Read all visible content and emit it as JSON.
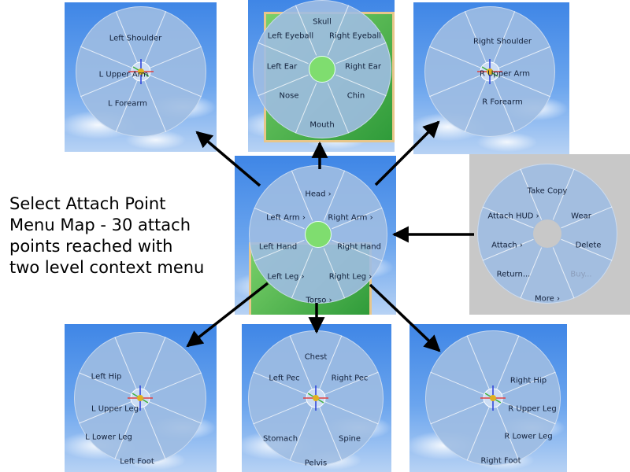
{
  "title": "Select Attach Point\nMenu Map - 30 attach\npoints reached with\ntwo level context menu",
  "menus": {
    "left_arm": [
      "Left Shoulder",
      "L Upper Arm",
      "L Forearm"
    ],
    "head": [
      "Skull",
      "Left Eyeball",
      "Right Eyeball",
      "Left Ear",
      "Right Ear",
      "Nose",
      "Chin",
      "Mouth"
    ],
    "right_arm": [
      "Right Shoulder",
      "R Upper Arm",
      "R Forearm"
    ],
    "center": [
      "Head ›",
      "Left Arm ›",
      "Right Arm ›",
      "Left Hand",
      "Right Hand",
      "Left Leg ›",
      "Right Leg ›",
      "Torso ›"
    ],
    "context": [
      "Take Copy",
      "Attach HUD ›",
      "Wear",
      "Attach ›",
      "Delete",
      "Return...",
      "Buy...",
      "More ›"
    ],
    "left_leg": [
      "Left Hip",
      "L Upper Leg",
      "L Lower Leg",
      "Left Foot"
    ],
    "torso": [
      "Chest",
      "Left Pec",
      "Right Pec",
      "Stomach",
      "Spine",
      "Pelvis"
    ],
    "right_leg": [
      "Right Hip",
      "R Upper Leg",
      "R Lower Leg",
      "Right Foot"
    ]
  },
  "colors": {
    "pie": "#9ebce2",
    "hub_green": "#7fdd6f",
    "context_bg": "#c8c8c8"
  }
}
